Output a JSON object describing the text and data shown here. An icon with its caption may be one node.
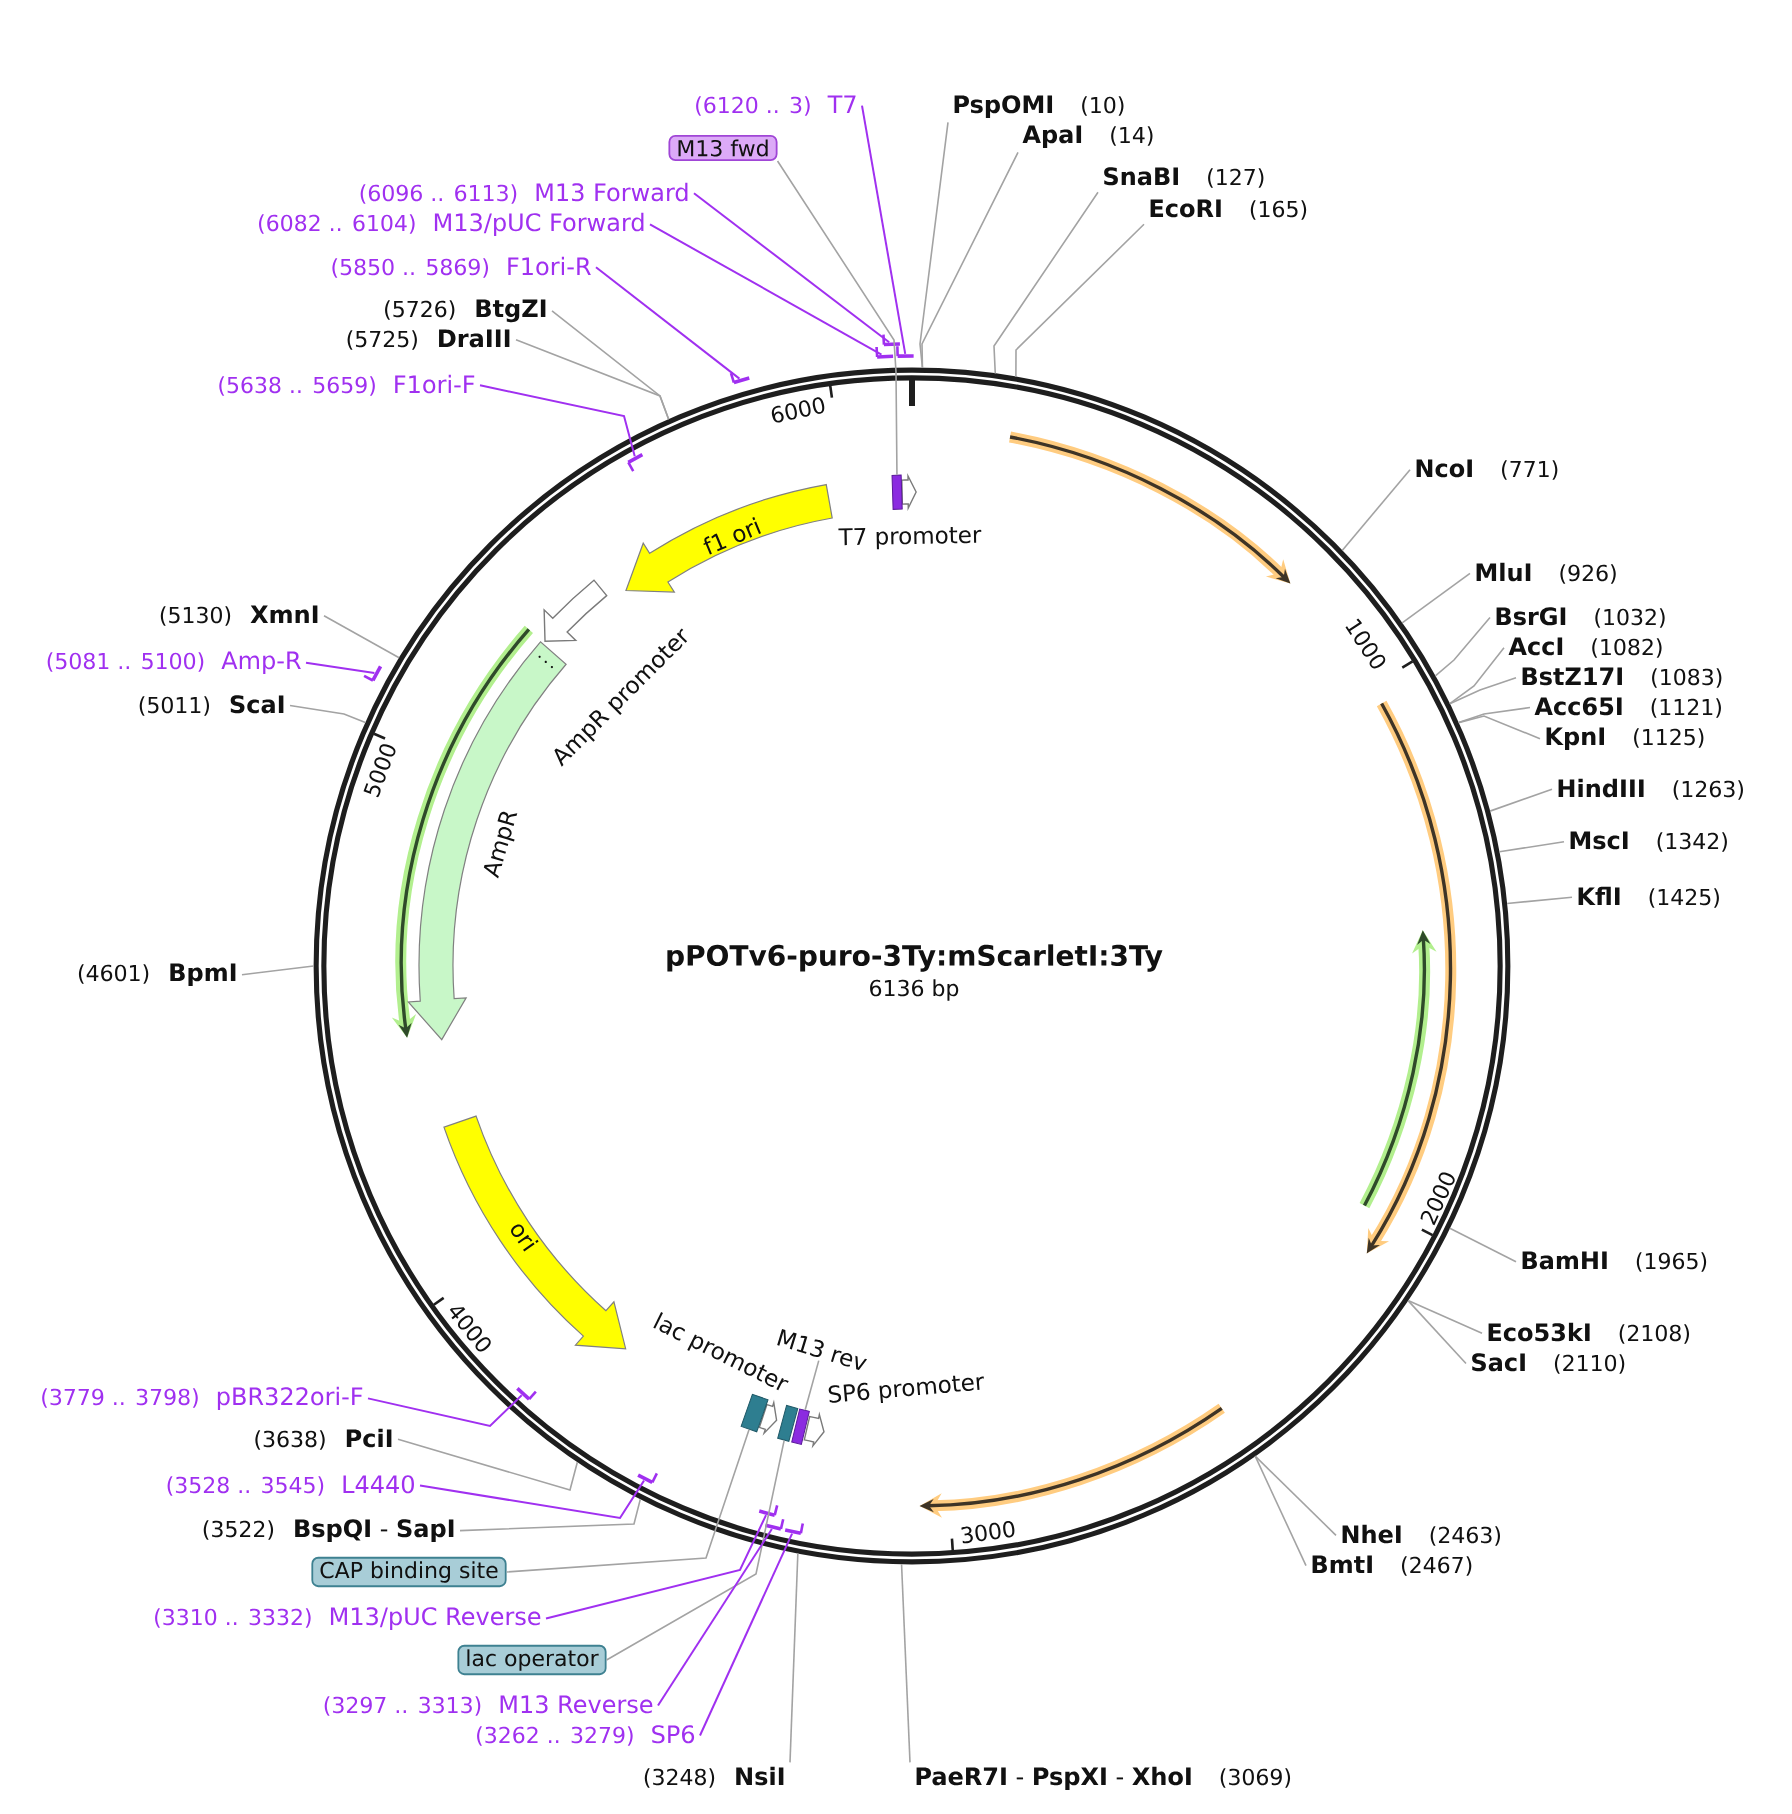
{
  "diagram": {
    "nodes": [
      {
        "text": [
          "(6120 .. 3)",
          "T7"
        ]
      },
      {
        "text": [
          "PspOMI",
          "(10)"
        ]
      },
      {
        "text": [
          "ApaI",
          "(14)"
        ]
      },
      {
        "text": [
          "M13 fwd"
        ]
      },
      {
        "text": [
          "SnaBI",
          "(127)"
        ]
      },
      {
        "text": [
          "(6096 .. 6113)",
          "M13 Forward"
        ]
      },
      {
        "text": [
          "EcoRI",
          "(165)"
        ]
      },
      {
        "text": [
          "(6082 .. 6104)",
          "M13/pUC Forward"
        ]
      },
      {
        "text": [
          "(5850 .. 5869)",
          "F1ori-R"
        ]
      },
      {
        "text": [
          "(5726)",
          "BtgZI"
        ]
      },
      {
        "text": [
          "(5725)",
          "DraIII"
        ]
      },
      {
        "text": [
          "(5638 .. 5659)",
          "F1ori-F"
        ]
      },
      {
        "text": [
          "NcoI",
          "(771)"
        ]
      },
      {
        "text": [
          "MluI",
          "(926)"
        ]
      },
      {
        "text": [
          "(5130)",
          "XmnI"
        ]
      },
      {
        "text": [
          "BsrGI",
          "(1032)"
        ]
      },
      {
        "text": [
          "AccI",
          "(1082)"
        ]
      },
      {
        "text": [
          "(5081 .. 5100)",
          "Amp-R"
        ]
      },
      {
        "text": [
          "BstZ17I",
          "(1083)"
        ]
      },
      {
        "text": [
          "(5011)",
          "ScaI"
        ]
      },
      {
        "text": [
          "Acc65I",
          "(1121)"
        ]
      },
      {
        "text": [
          "KpnI",
          "(1125)"
        ]
      },
      {
        "text": [
          "HindIII",
          "(1263)"
        ]
      },
      {
        "text": [
          "MscI",
          "(1342)"
        ]
      },
      {
        "text": [
          "KflI",
          "(1425)"
        ]
      },
      {
        "text": [
          "(4601)",
          "BpmI"
        ]
      },
      {
        "text": [
          "BamHI",
          "(1965)"
        ]
      },
      {
        "text": [
          "Eco53kI",
          "(2108)"
        ]
      },
      {
        "text": [
          "SacI",
          "(2110)"
        ]
      },
      {
        "text": [
          "(3779 .. 3798)",
          "pBR322ori-F"
        ]
      },
      {
        "text": [
          "(3638)",
          "PciI"
        ]
      },
      {
        "text": [
          "(3528 .. 3545)",
          "L4440"
        ]
      },
      {
        "text": [
          "(3522)",
          "**BspQI** - **SapI**"
        ]
      },
      {
        "text": [
          "NheI",
          "(2463)"
        ]
      },
      {
        "text": [
          "BmtI",
          "(2467)"
        ]
      },
      {
        "text": [
          "CAP binding site"
        ]
      },
      {
        "text": [
          "(3310 .. 3332)",
          "M13/pUC Reverse"
        ]
      },
      {
        "text": [
          "lac operator"
        ]
      },
      {
        "text": [
          "(3297 .. 3313)",
          "M13 Reverse"
        ]
      },
      {
        "text": [
          "(3262 .. 3279)",
          "SP6"
        ]
      },
      {
        "text": [
          "(3248)",
          "NsiI"
        ]
      },
      {
        "text": [
          "**PaeR7I** - **PspXI** - **XhoI**",
          "(3069)"
        ]
      },
      {
        "text": [
          "pPOTv6-puro-3Ty:mScarletI:3Ty",
          "6136 bp"
        ]
      },
      {
        "text": [
          "T7 promoter"
        ],
        "in": 42
      },
      {
        "text": [],
        "shape": "box",
        "in": 42
      },
      {
        "text": [
          "f1 ori"
        ],
        "in": 42
      },
      {
        "text": [
          "AmpR promoter"
        ],
        "in": 42
      },
      {
        "text": [
          "AmpR"
        ],
        "in": 42
      },
      {
        "text": [
          "ori"
        ],
        "in": 42
      },
      {
        "text": [
          "lac promoter"
        ],
        "in": 42
      },
      {
        "text": [],
        "shape": "box",
        "in": 42
      },
      {
        "text": [],
        "shape": "box",
        "in": 42
      },
      {
        "text": [
          "M13 rev"
        ],
        "in": 42
      },
      {
        "text": [],
        "shape": "box",
        "in": 42
      },
      {
        "text": [
          "SP6 promoter"
        ],
        "in": 42
      },
      {
        "text": [],
        "shape": "bar"
      },
      {
        "text": [],
        "shape": "bar"
      },
      {
        "text": [],
        "shape": "bar"
      },
      {
        "text": [],
        "shape": "bar"
      },
      {
        "text": [],
        "shape": "bar",
        "in": 42
      },
      {
        "text": [],
        "shape": "bar"
      },
      {
        "text": [],
        "shape": "bar",
        "in": 42
      },
      {
        "text": [],
        "shape": "bar",
        "in": 42
      },
      {
        "text": [],
        "shape": "bar",
        "in": 42
      },
      {
        "text": [],
        "shape": "bar",
        "in": 42
      },
      {
        "text": [],
        "shape": "bar",
        "in": 42
      }
    ],
    "edges": [
      {
        "from": 0,
        "to": 57,
        "arrow": "none",
        "color": "#a030f0"
      },
      {
        "from": 1,
        "to": 42,
        "arrow": "none"
      },
      {
        "from": 2,
        "to": 42,
        "arrow": "none"
      },
      {
        "from": 3,
        "to": 44,
        "arrow": "none"
      },
      {
        "from": 4,
        "to": 42,
        "arrow": "none"
      },
      {
        "from": 5,
        "to": 55,
        "arrow": "none",
        "color": "#a030f0"
      },
      {
        "from": 6,
        "to": 42,
        "arrow": "none"
      },
      {
        "from": 7,
        "to": 56,
        "arrow": "none",
        "color": "#a030f0"
      },
      {
        "from": 8,
        "to": 58,
        "arrow": "none",
        "color": "#a030f0"
      },
      {
        "from": 9,
        "to": 42,
        "arrow": "none"
      },
      {
        "from": 10,
        "to": 42,
        "arrow": "none"
      },
      {
        "from": 11,
        "to": 59,
        "arrow": "none",
        "color": "#a030f0"
      },
      {
        "from": 12,
        "to": 42,
        "arrow": "none"
      },
      {
        "from": 13,
        "to": 42,
        "arrow": "none"
      },
      {
        "from": 14,
        "to": 42,
        "arrow": "none"
      },
      {
        "from": 15,
        "to": 42,
        "arrow": "none"
      },
      {
        "from": 16,
        "to": 42,
        "arrow": "none"
      },
      {
        "from": 17,
        "to": 60,
        "arrow": "none",
        "color": "#a030f0"
      },
      {
        "from": 18,
        "to": 42,
        "arrow": "none"
      },
      {
        "from": 19,
        "to": 42,
        "arrow": "none"
      },
      {
        "from": 20,
        "to": 42,
        "arrow": "none"
      },
      {
        "from": 21,
        "to": 42,
        "arrow": "none"
      },
      {
        "from": 22,
        "to": 42,
        "arrow": "none"
      },
      {
        "from": 23,
        "to": 42,
        "arrow": "none"
      },
      {
        "from": 24,
        "to": 42,
        "arrow": "none"
      },
      {
        "from": 25,
        "to": 42,
        "arrow": "none"
      },
      {
        "from": 26,
        "to": 42,
        "arrow": "none"
      },
      {
        "from": 27,
        "to": 42,
        "arrow": "none"
      },
      {
        "from": 28,
        "to": 42,
        "arrow": "none"
      },
      {
        "from": 29,
        "to": 61,
        "arrow": "none",
        "color": "#a030f0"
      },
      {
        "from": 30,
        "to": 42,
        "arrow": "none"
      },
      {
        "from": 31,
        "to": 62,
        "arrow": "none",
        "color": "#a030f0"
      },
      {
        "from": 32,
        "to": 42,
        "arrow": "none"
      },
      {
        "from": 33,
        "to": 42,
        "arrow": "none"
      },
      {
        "from": 34,
        "to": 42,
        "arrow": "none"
      },
      {
        "from": 35,
        "to": 50,
        "arrow": "none"
      },
      {
        "from": 36,
        "to": 63,
        "arrow": "none",
        "color": "#a030f0"
      },
      {
        "from": 37,
        "to": 51,
        "arrow": "none"
      },
      {
        "from": 38,
        "to": 64,
        "arrow": "none",
        "color": "#a030f0"
      },
      {
        "from": 39,
        "to": 65,
        "arrow": "none",
        "color": "#a030f0"
      },
      {
        "from": 40,
        "to": 42,
        "arrow": "none"
      },
      {
        "from": 41,
        "to": 42,
        "arrow": "none"
      },
      {
        "from": 52,
        "to": 53,
        "arrow": "none"
      }
    ],
    "labels": [
      "6000",
      "1000",
      "5000",
      "2000",
      "4000",
      "3000"
    ]
  }
}
